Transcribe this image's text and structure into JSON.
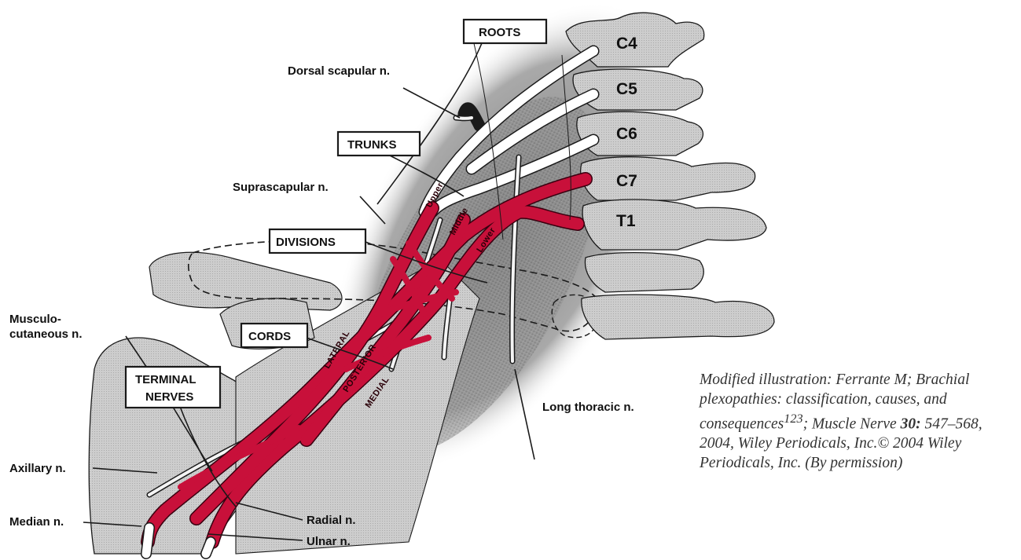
{
  "diagram": {
    "boxes": {
      "roots": "ROOTS",
      "trunks": "TRUNKS",
      "divisions": "DIVISIONS",
      "cords": "CORDS",
      "terminal_line1": "TERMINAL",
      "terminal_line2": "NERVES"
    },
    "vertebrae": [
      "C4",
      "C5",
      "C6",
      "C7",
      "T1"
    ],
    "nerve_labels": {
      "dorsal_scapular": "Dorsal scapular n.",
      "suprascapular": "Suprascapular n.",
      "musculo_line1": "Musculo-",
      "musculo_line2": "cutaneous n.",
      "axillary": "Axillary n.",
      "median": "Median n.",
      "radial": "Radial n.",
      "ulnar": "Ulnar n.",
      "long_thoracic": "Long thoracic n."
    },
    "trunk_labels": {
      "upper": "Upper",
      "middle": "Middle",
      "lower": "Lower"
    },
    "cord_labels": {
      "lateral": "LATERAL",
      "posterior": "POSTERIOR",
      "medial": "MEDIAL"
    },
    "colors": {
      "nerve_red": "#c8103a",
      "shade": "#9a9a9a",
      "bone": "#c9c9c9",
      "outline": "#1a1a1a"
    }
  },
  "caption": {
    "part1": "Modified illustration: Ferrante M; Brachial plexopathies: classification, causes, and consequences",
    "superscript": "123",
    "part2": "; Muscle Nerve ",
    "bold": "30:",
    "part3": " 547–568, 2004, Wiley Periodicals, Inc.© 2004 Wiley Periodicals, Inc. (By permission)"
  }
}
